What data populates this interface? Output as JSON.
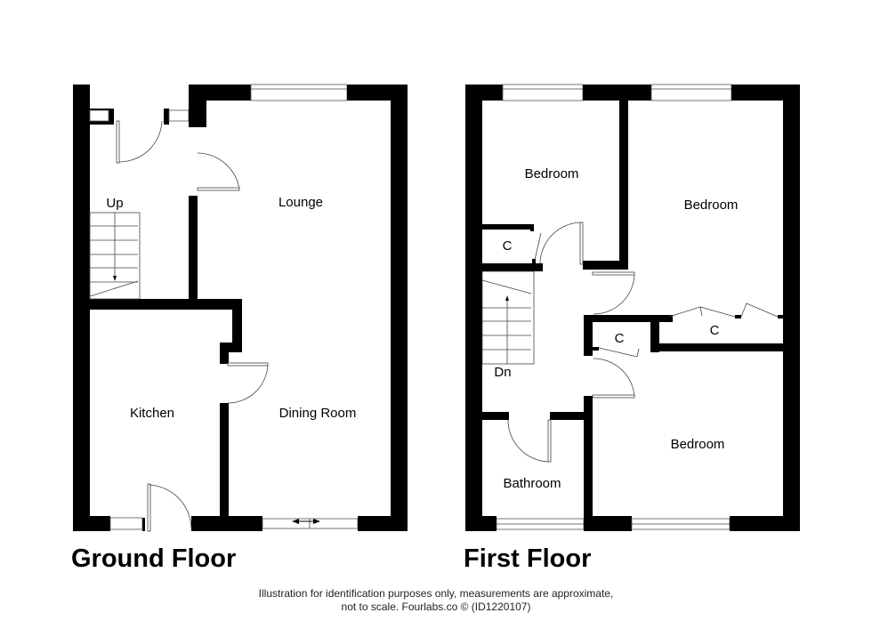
{
  "floors": {
    "ground": {
      "title": "Ground Floor",
      "rooms": {
        "lounge": "Lounge",
        "kitchen": "Kitchen",
        "dining": "Dining Room",
        "stairs": "Up"
      }
    },
    "first": {
      "title": "First Floor",
      "rooms": {
        "bedroom1": "Bedroom",
        "bedroom2": "Bedroom",
        "bedroom3": "Bedroom",
        "bathroom": "Bathroom",
        "cupboard1": "C",
        "cupboard2": "C",
        "cupboard3": "C",
        "stairs": "Dn"
      }
    }
  },
  "disclaimer": {
    "line1": "Illustration for identification purposes only, measurements are approximate,",
    "line2": "not to scale. Fourlabs.co © (ID1220107)"
  }
}
